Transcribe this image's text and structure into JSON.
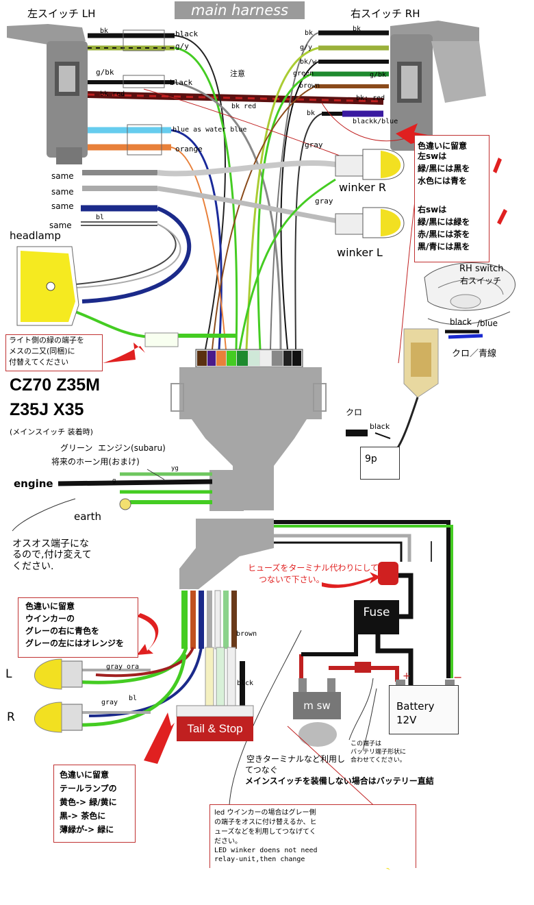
{
  "title": "main harness",
  "switch_lh": "左スイッチ LH",
  "switch_rh": "右スイッチ RH",
  "wire_labels": {
    "bk_l": "bk",
    "black_l": "black",
    "gy_l": "g/y",
    "gbk_l": "g/bk",
    "black2_l": "black",
    "bkred_l": "bk red",
    "bkred_mid": "bk red",
    "bk_r": "bk",
    "bk_r2": "bk",
    "gy_r": "g/y",
    "bkw_r": "bk/w",
    "green_r": "green",
    "gbk_r": "g/bk",
    "brown_r": "brown",
    "bkred_r": "bk: red",
    "bk_r3": "bk",
    "blackblue_r": "blackk/blue",
    "chui": "注意",
    "bluewater": "blue as water blue",
    "orange": "orange",
    "same1": "same",
    "same2": "same",
    "same3": "same",
    "same4": "same",
    "bl": "bl",
    "gray1": "gray",
    "gray2": "gray",
    "yg": "yg",
    "g": "g",
    "brown_b": "brown",
    "blck_b": "blck",
    "gray_l": "gray",
    "ora": "ora",
    "gray_r": "gray",
    "bl_r": "bl",
    "kuro": "クロ",
    "black_k": "black",
    "black_blue": "black",
    "blue_slash": "/blue",
    "kuro_ao": "クロ／青線",
    "minus": "−",
    "plus": "+"
  },
  "labels": {
    "winker_r": "winker R",
    "winker_l": "winker L",
    "headlamp": "headlamp",
    "engine": "engine",
    "earth": "earth",
    "rh_switch": "RH switch",
    "rh_switch_jp": "右スイッチ",
    "nine_p": "9p",
    "fuse": "Fuse",
    "battery": "Battery",
    "battery_v": "12V",
    "msw": "m sw",
    "tail_stop": "Tail & Stop",
    "L": "L",
    "R": "R"
  },
  "models": [
    "CZ70  Z35M",
    "Z35J   X35"
  ],
  "main_switch_note": "(メインスイッチ 装着時)",
  "green_engine": "グリーン  エンジン(subaru)",
  "horn_future": "将来のホーン用(おまけ)",
  "notes": {
    "rh_box": [
      "色違いに留意",
      "左swは",
      "緑/黒には黒を",
      "水色には青を",
      "",
      "右swは",
      "緑/黒には緑を",
      "赤/黒には茶を",
      "黒/青には黒を"
    ],
    "light_green": [
      "ライト側の緑の端子を",
      "メスの二又(同梱)に",
      "付替えてください"
    ],
    "osu": [
      "オスオス端子にな",
      "るので,付け変えて",
      "ください."
    ],
    "winker_color": [
      "色違いに留意",
      "ウインカーの",
      "グレーの右に青色を",
      "グレーの左にはオレンジを"
    ],
    "fuse_note": [
      "ヒューズをターミナル代わりにして",
      "つないで下さい。"
    ],
    "tail_note": [
      "色違いに留意",
      "テールランプの",
      "黄色-> 緑/黄に",
      "黒-> 茶色に",
      "薄緑が-> 緑に"
    ],
    "terminal_note": [
      "この端子は",
      "バッテリ端子形状に",
      "合わせてください。"
    ],
    "empty_terminal": [
      "空きターミナルなど利用し",
      "てつなぐ"
    ],
    "direct": "メインスイッチを装備しない場合はバッテリー直結",
    "led": [
      "led ウインカーの場合はグレー側",
      "の端子をオスに付け替えるか、ヒ",
      "ューズなどを利用してつなげてく",
      "ださい。",
      "LED winker doens not need",
      "relay-unit,then change"
    ]
  }
}
